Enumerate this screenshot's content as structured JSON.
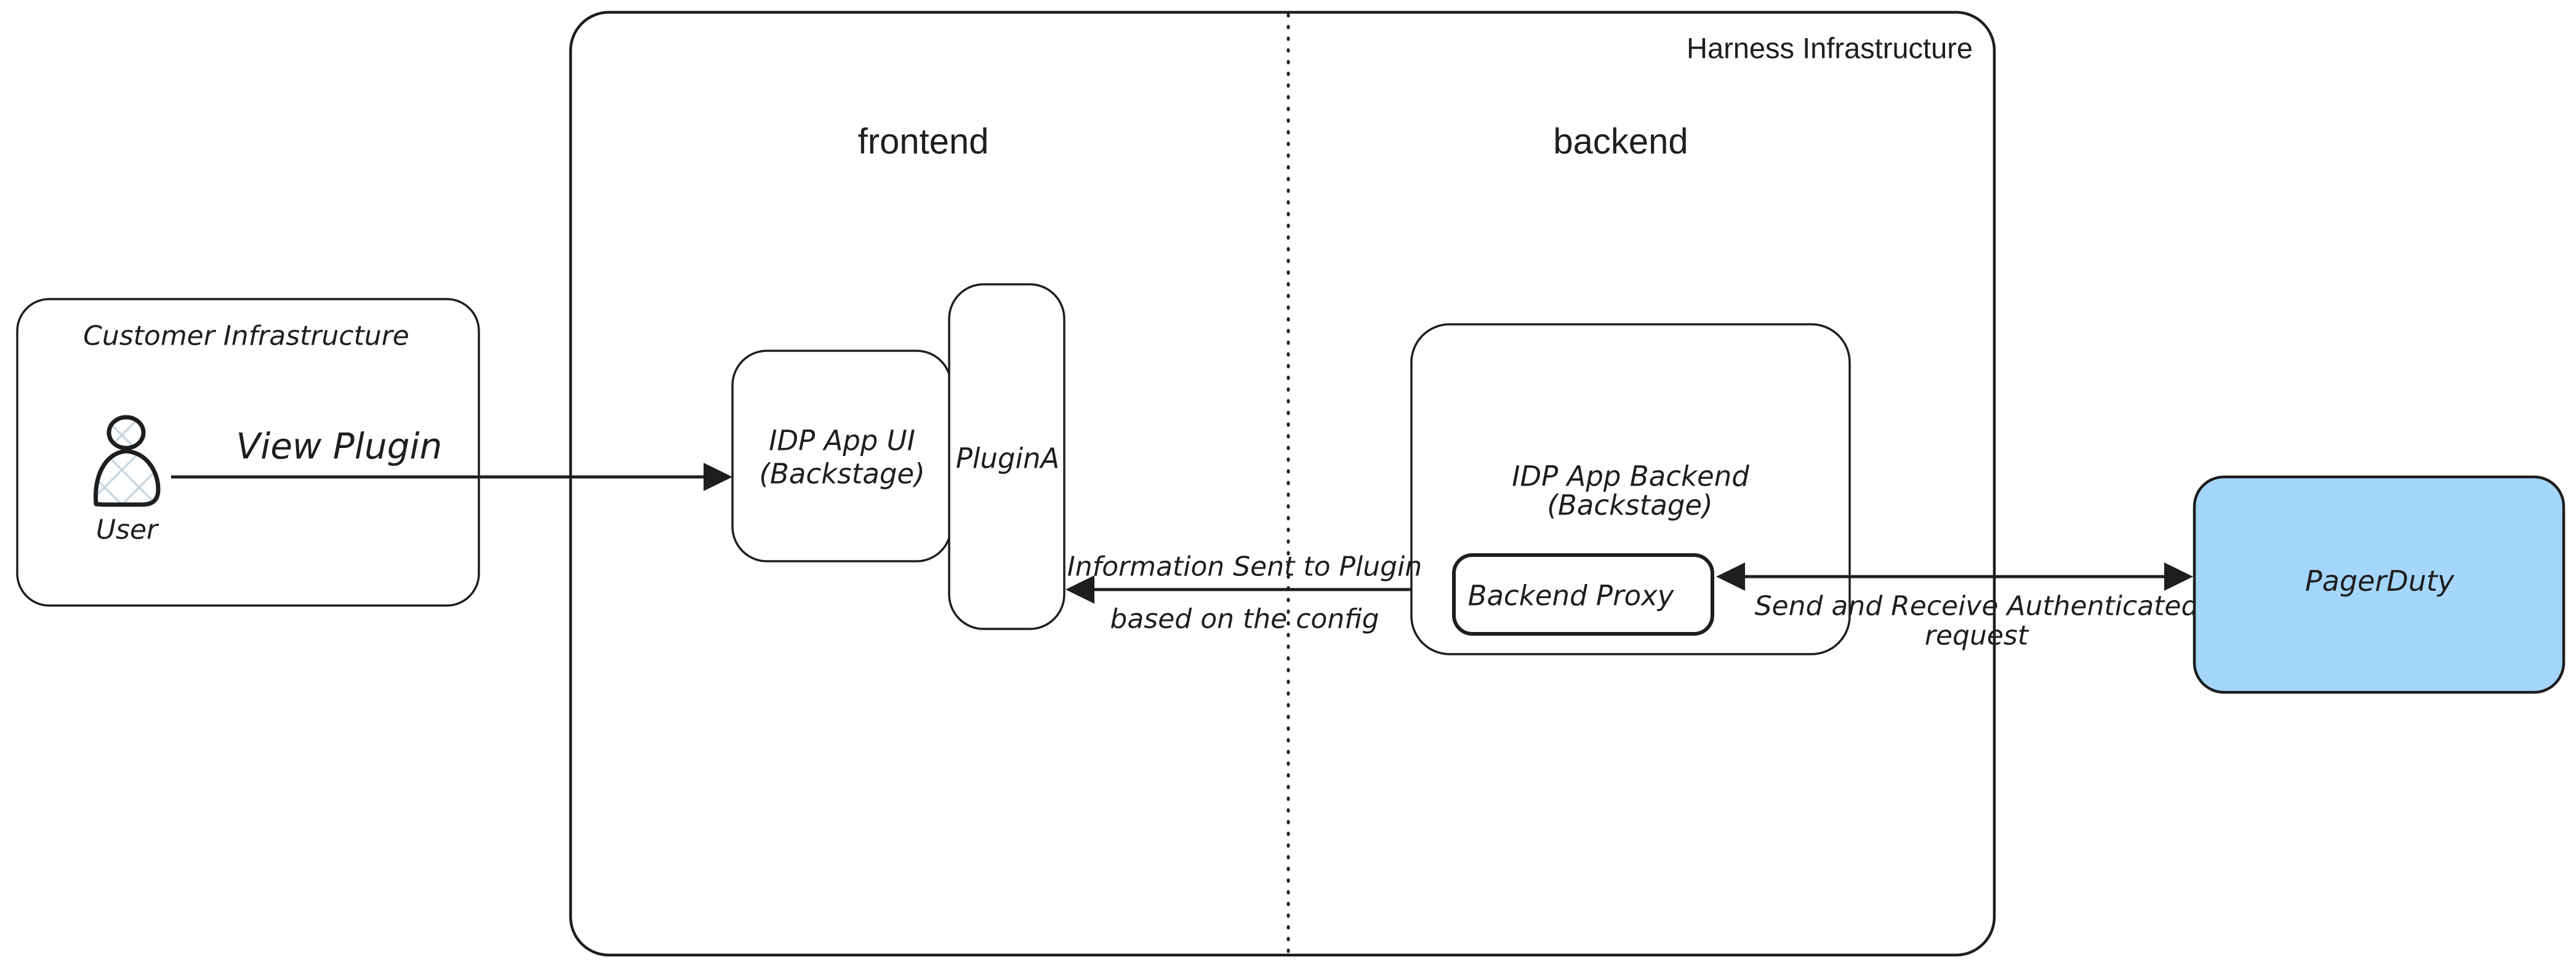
{
  "diagram": {
    "title": "Harness Infrastructure",
    "sections": {
      "frontend_label": "frontend",
      "backend_label": "backend"
    },
    "customer": {
      "label": "Customer Infrastructure",
      "user_label": "User",
      "user_icon": "person-icon"
    },
    "nodes": {
      "idp_app_ui": {
        "line1": "IDP App UI",
        "line2": "(Backstage)"
      },
      "plugin_a": {
        "label": "PluginA"
      },
      "idp_app_backend": {
        "line1": "IDP App Backend",
        "line2": "(Backstage)"
      },
      "backend_proxy": {
        "label": "Backend Proxy"
      },
      "pagerduty": {
        "label": "PagerDuty"
      }
    },
    "arrows": {
      "view_plugin": {
        "label": "View Plugin",
        "direction": "user-to-idp-app-ui"
      },
      "info_to_plugin": {
        "label_line1": "Information Sent to Plugin",
        "label_line2": "based on the config",
        "direction": "backend-to-plugin-a"
      },
      "authenticated_request": {
        "label_line1": "Send and Receive Authenticated",
        "label_line2": "request",
        "direction": "bidirectional-proxy-pagerduty"
      }
    },
    "colors": {
      "ink": "#1e1e1e",
      "pagerduty_fill": "#a3d6fa",
      "hatch": "#c9d6e2",
      "background": "#ffffff"
    }
  }
}
